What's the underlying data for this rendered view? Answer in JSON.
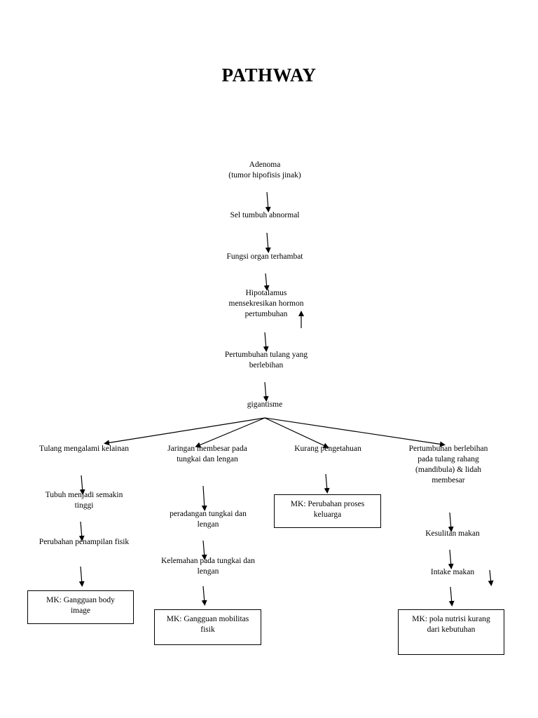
{
  "title": "PATHWAY",
  "nodes": {
    "adenoma": "Adenoma\n(tumor hipofisis jinak)",
    "sel_tumbuh": "Sel tumbuh abnormal",
    "fungsi_organ": "Fungsi organ terhambat",
    "hipotalamus": "Hipotalamus\nmensekresikan hormon\npertumbuhan",
    "pertumbuhan_tulang": "Pertumbuhan tulang yang\nberlebihan",
    "gigantisme": "gigantisme",
    "tulang_kelainan": "Tulang mengalami kelainan",
    "jaringan_membesar": "Jaringan membesar pada\ntungkai dan lengan",
    "kurang_pengetahuan": "Kurang pengetahuan",
    "pertumbuhan_rahang": "Pertumbuhan berlebihan\npada tulang rahang\n(mandibula) & lidah\nmembesar",
    "tubuh_tinggi": "Tubuh menjadi semakin\ntinggi",
    "perubahan_penampilan": "Perubahan penampilan fisik",
    "peradangan": "peradangan tungkai dan\nlengan",
    "kelemahan": "Kelemahan pada tungkai dan\nlengan",
    "kesulitan_makan": "Kesulitan makan",
    "intake_makan": "Intake makan"
  },
  "boxes": {
    "body_image": "MK: Gangguan body\nimage",
    "mobilitas": "MK: Gangguan mobilitas\nfisik",
    "proses_keluarga": "MK: Perubahan proses\nkeluarga",
    "nutrisi": "MK: pola nutrisi kurang\ndari kebutuhan"
  }
}
